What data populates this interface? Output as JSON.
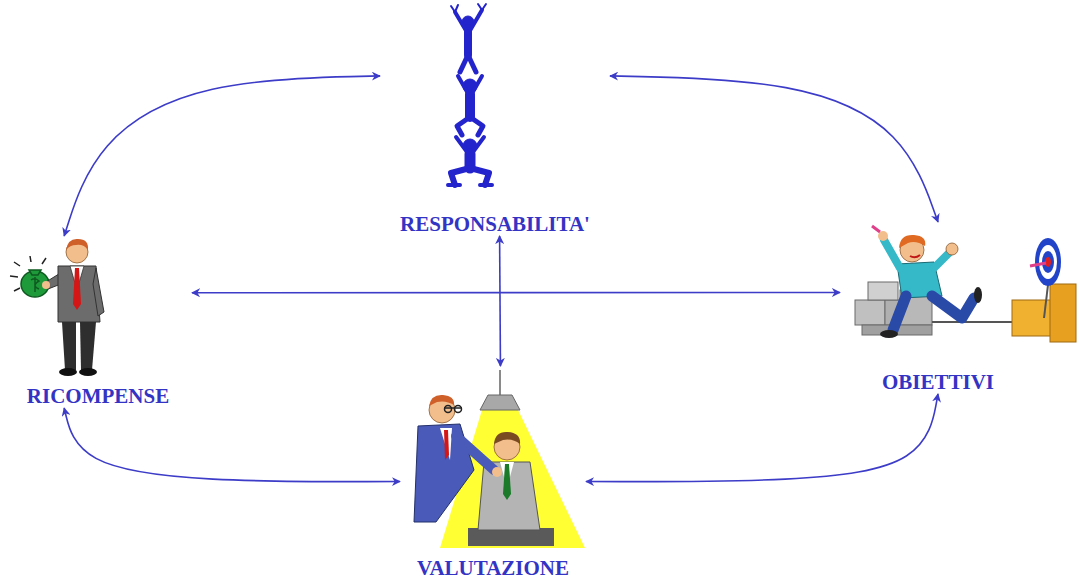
{
  "diagram": {
    "nodes": [
      {
        "text": [
          "RESPONSABILITA'"
        ]
      },
      {
        "text": [
          "RICOMPENSE"
        ]
      },
      {
        "text": [
          "OBIETTIVI"
        ]
      },
      {
        "text": [
          "VALUTAZIONE"
        ]
      }
    ],
    "edges": [
      {
        "from": 0,
        "to": 1,
        "arrow": "both"
      },
      {
        "from": 0,
        "to": 2,
        "arrow": "both"
      },
      {
        "from": 1,
        "to": 2,
        "arrow": "both"
      },
      {
        "from": 0,
        "to": 3,
        "arrow": "both"
      },
      {
        "from": 1,
        "to": 3,
        "arrow": "both"
      },
      {
        "from": 2,
        "to": 3,
        "arrow": "both"
      }
    ]
  }
}
